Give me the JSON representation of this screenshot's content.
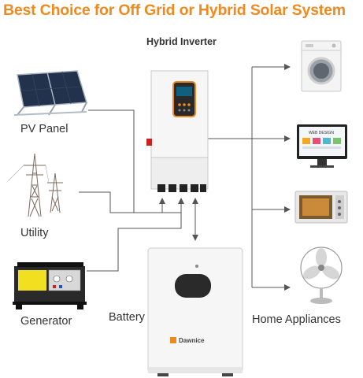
{
  "title": "Best Choice for Off Grid or Hybrid Solar System",
  "labels": {
    "inverter": "Hybrid Inverter",
    "pv_panel": "PV Panel",
    "utility": "Utility",
    "generator": "Generator",
    "battery": "Battery",
    "home_appliances": "Home Appliances"
  },
  "battery_brand": "Dawnice",
  "monitor_text": "WEB DESIGN",
  "colors": {
    "title": "#f08a1e",
    "lines": "#555555",
    "inverter_accent": "#f08a1e",
    "screen": "#0f5f80"
  }
}
